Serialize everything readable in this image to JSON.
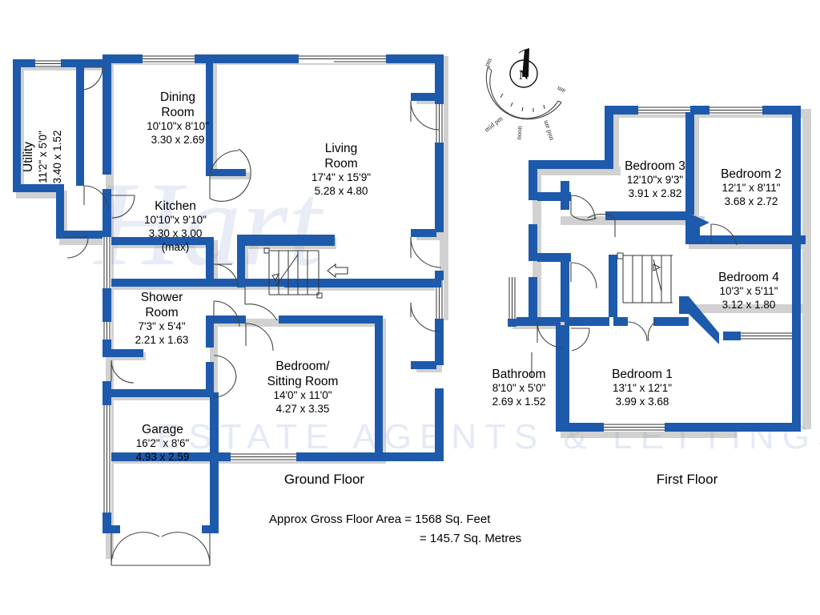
{
  "document": {
    "type": "estate-agent-floor-plan",
    "background_color": "#ffffff",
    "wall_color": "#1E5AAB",
    "text_color": "#000000",
    "watermark_color": "#e1e8f5"
  },
  "watermark": {
    "script_text": "Hart",
    "band_text": "ESTATE  AGENTS  &  LETTINGS"
  },
  "compass": {
    "letter": "N",
    "ticks": [
      "pm",
      "mid pm",
      "noon",
      "mid am",
      "am"
    ]
  },
  "floors": [
    {
      "id": "ground",
      "label": "Ground Floor",
      "rooms": [
        {
          "id": "utility",
          "name": "Utility",
          "imperial": "11'2\" x  5'0\"",
          "metric": "3.40 x  1.52",
          "rotated": true
        },
        {
          "id": "dining",
          "name_line1": "Dining",
          "name_line2": "Room",
          "imperial": "10'10\"x  8'10\"",
          "metric": "3.30  x  2.69"
        },
        {
          "id": "living",
          "name_line1": "Living",
          "name_line2": "Room",
          "imperial": "17'4\"  x  15'9\"",
          "metric": "5.28  x  4.80"
        },
        {
          "id": "kitchen",
          "name": "Kitchen",
          "imperial": "10'10\"x  9'10\"",
          "metric": "3.30  x  3.00",
          "note": "(max)"
        },
        {
          "id": "shower",
          "name_line1": "Shower",
          "name_line2": "Room",
          "imperial": "7'3\"   x   5'4\"",
          "metric": "2.21  x  1.63"
        },
        {
          "id": "bedsit",
          "name_line1": "Bedroom/",
          "name_line2": "Sitting Room",
          "imperial": "14'0\"  x  11'0\"",
          "metric": "4.27  x  3.35"
        },
        {
          "id": "garage",
          "name": "Garage",
          "imperial": "16'2\"  x   8'6\"",
          "metric": "4.93  x  2.59"
        }
      ]
    },
    {
      "id": "first",
      "label": "First Floor",
      "rooms": [
        {
          "id": "bed3",
          "name": "Bedroom 3",
          "imperial": "12'10\"x   9'3\"",
          "metric": "3.91  x  2.82"
        },
        {
          "id": "bed2",
          "name": "Bedroom 2",
          "imperial": "12'1\"  x  8'11\"",
          "metric": "3.68  x  2.72"
        },
        {
          "id": "bed4",
          "name": "Bedroom 4",
          "imperial": "10'3\"  x  5'11\"",
          "metric": "3.12  x  1.80"
        },
        {
          "id": "bathroom",
          "name": "Bathroom",
          "imperial": "8'10\"  x   5'0\"",
          "metric": "2.69  x  1.52"
        },
        {
          "id": "bed1",
          "name": "Bedroom 1",
          "imperial": "13'1\"  x  12'1\"",
          "metric": "3.99  x  3.68"
        }
      ]
    }
  ],
  "summary": {
    "line1": "Approx Gross Floor Area  =  1568  Sq. Feet",
    "line2": "=  145.7  Sq. Metres"
  }
}
